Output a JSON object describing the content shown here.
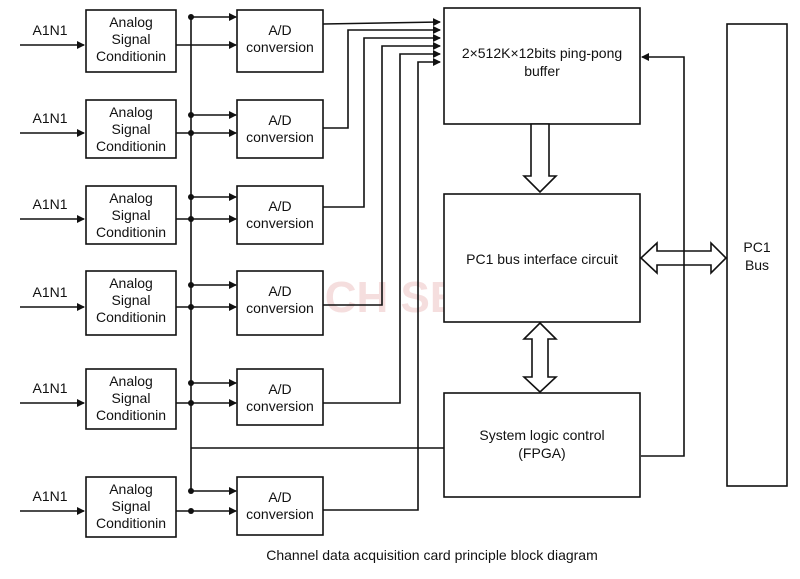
{
  "inputs": [
    {
      "label": "A1N1"
    },
    {
      "label": "A1N1"
    },
    {
      "label": "A1N1"
    },
    {
      "label": "A1N1"
    },
    {
      "label": "A1N1"
    },
    {
      "label": "A1N1"
    }
  ],
  "conditioners": [
    {
      "lines": [
        "Analog",
        "Signal",
        "Conditionin"
      ]
    },
    {
      "lines": [
        "Analog",
        "Signal",
        "Conditionin"
      ]
    },
    {
      "lines": [
        "Analog",
        "Signal",
        "Conditionin"
      ]
    },
    {
      "lines": [
        "Analog",
        "Signal",
        "Conditionin"
      ]
    },
    {
      "lines": [
        "Analog",
        "Signal",
        "Conditionin"
      ]
    },
    {
      "lines": [
        "Analog",
        "Signal",
        "Conditionin"
      ]
    }
  ],
  "converters": [
    {
      "lines": [
        "A/D",
        "conversion"
      ]
    },
    {
      "lines": [
        "A/D",
        "conversion"
      ]
    },
    {
      "lines": [
        "A/D",
        "conversion"
      ]
    },
    {
      "lines": [
        "A/D",
        "conversion"
      ]
    },
    {
      "lines": [
        "A/D",
        "conversion"
      ]
    },
    {
      "lines": [
        "A/D",
        "conversion"
      ]
    }
  ],
  "buffer": {
    "lines": [
      "2×512K×12bits ping-pong",
      "buffer"
    ]
  },
  "bus_interface": {
    "label": "PC1 bus interface circuit"
  },
  "logic": {
    "lines": [
      "System logic control",
      "(FPGA)"
    ]
  },
  "pc_bus": {
    "lines": [
      "PC1",
      "Bus"
    ]
  },
  "watermark": "ATECH SENSOR",
  "caption": "Channel data acquisition card principle block diagram"
}
